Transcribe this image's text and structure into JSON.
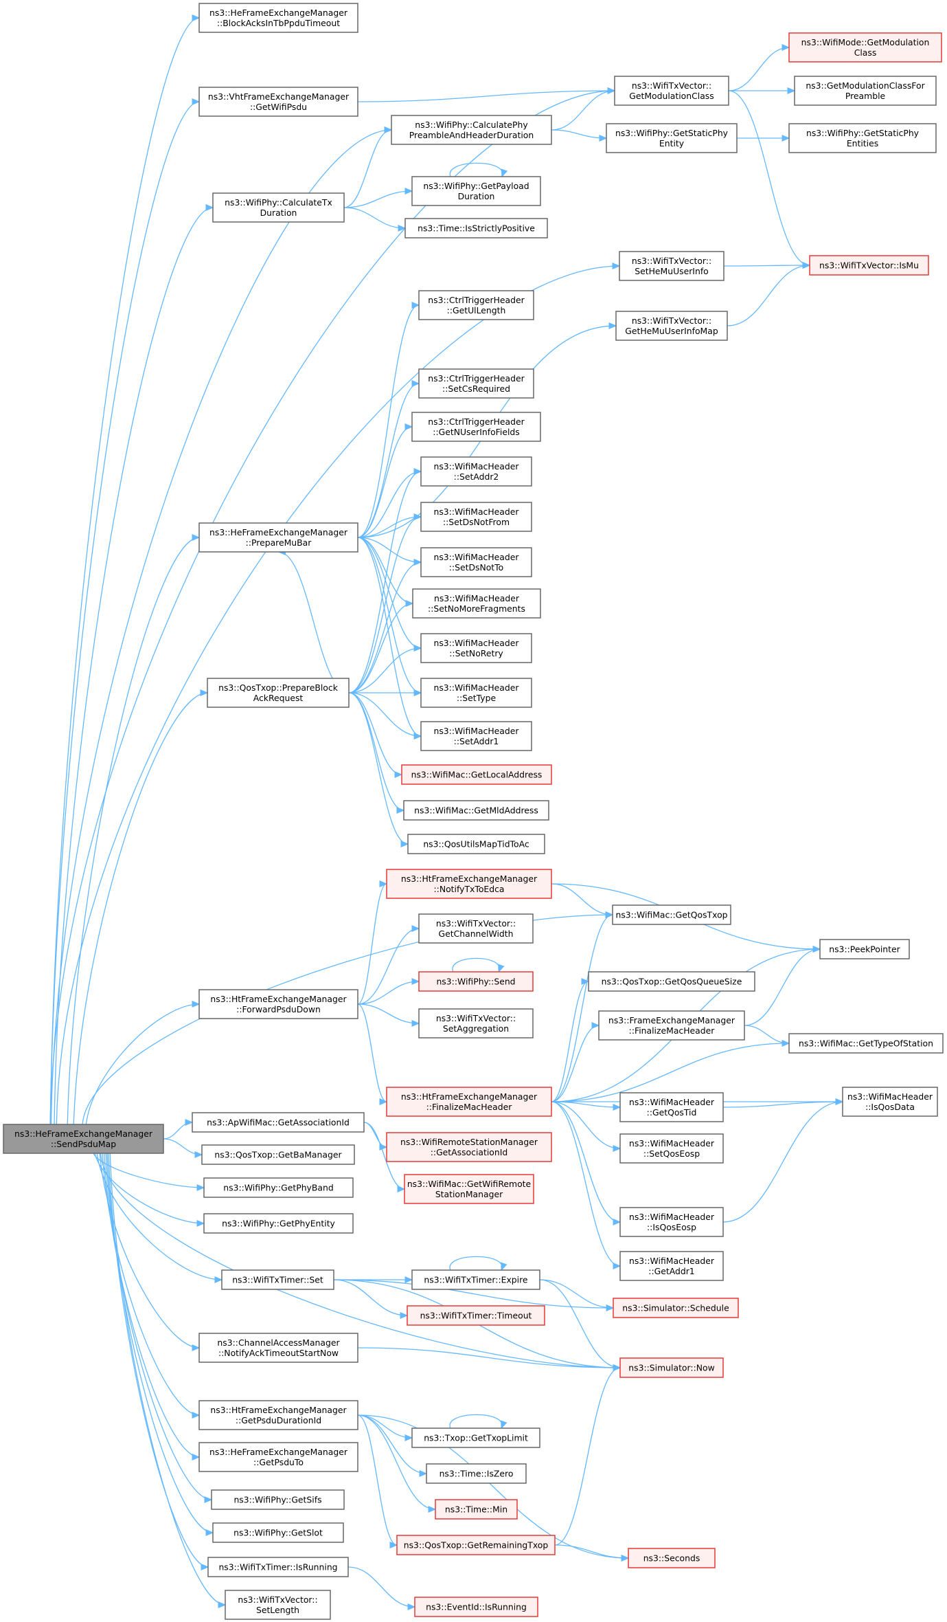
{
  "diagram": {
    "nodes": {
      "root": {
        "lines": [
          "ns3::HeFrameExchangeManager",
          "::SendPsduMap"
        ],
        "style": "root"
      },
      "blk": {
        "lines": [
          "ns3::HeFrameExchangeManager",
          "::BlockAcksInTbPpduTimeout"
        ],
        "style": "normal"
      },
      "vht": {
        "lines": [
          "ns3::VhtFrameExchangeManager",
          "::GetWifiPsdu"
        ],
        "style": "normal"
      },
      "gmc": {
        "lines": [
          "ns3::WifiTxVector::",
          "GetModulationClass"
        ],
        "style": "normal"
      },
      "wmgmc": {
        "lines": [
          "ns3::WifiMode::GetModulation",
          "Class"
        ],
        "style": "red"
      },
      "gmcfp": {
        "lines": [
          "ns3::GetModulationClassFor",
          "Preamble"
        ],
        "style": "normal"
      },
      "cpph": {
        "lines": [
          "ns3::WifiPhy::CalculatePhy",
          "PreambleAndHeaderDuration"
        ],
        "style": "normal"
      },
      "gspe": {
        "lines": [
          "ns3::WifiPhy::GetStaticPhy",
          "Entity"
        ],
        "style": "normal"
      },
      "gspes": {
        "lines": [
          "ns3::WifiPhy::GetStaticPhy",
          "Entities"
        ],
        "style": "normal"
      },
      "ctd": {
        "lines": [
          "ns3::WifiPhy::CalculateTx",
          "Duration"
        ],
        "style": "normal"
      },
      "gpd": {
        "lines": [
          "ns3::WifiPhy::GetPayload",
          "Duration"
        ],
        "style": "normal"
      },
      "isp": {
        "lines": [
          "ns3::Time::IsStrictlyPositive"
        ],
        "style": "normal"
      },
      "shmu": {
        "lines": [
          "ns3::WifiTxVector::",
          "SetHeMuUserInfo"
        ],
        "style": "normal"
      },
      "ismu": {
        "lines": [
          "ns3::WifiTxVector::IsMu"
        ],
        "style": "red"
      },
      "gul": {
        "lines": [
          "ns3::CtrlTriggerHeader",
          "::GetUlLength"
        ],
        "style": "normal"
      },
      "ghmu": {
        "lines": [
          "ns3::WifiTxVector::",
          "GetHeMuUserInfoMap"
        ],
        "style": "normal"
      },
      "scs": {
        "lines": [
          "ns3::CtrlTriggerHeader",
          "::SetCsRequired"
        ],
        "style": "normal"
      },
      "gnui": {
        "lines": [
          "ns3::CtrlTriggerHeader",
          "::GetNUserInfoFields"
        ],
        "style": "normal"
      },
      "sa2": {
        "lines": [
          "ns3::WifiMacHeader",
          "::SetAddr2"
        ],
        "style": "normal"
      },
      "pmb": {
        "lines": [
          "ns3::HeFrameExchangeManager",
          "::PrepareMuBar"
        ],
        "style": "normal"
      },
      "sdnf": {
        "lines": [
          "ns3::WifiMacHeader",
          "::SetDsNotFrom"
        ],
        "style": "normal"
      },
      "sdnt": {
        "lines": [
          "ns3::WifiMacHeader",
          "::SetDsNotTo"
        ],
        "style": "normal"
      },
      "snmf": {
        "lines": [
          "ns3::WifiMacHeader",
          "::SetNoMoreFragments"
        ],
        "style": "normal"
      },
      "snr": {
        "lines": [
          "ns3::WifiMacHeader",
          "::SetNoRetry"
        ],
        "style": "normal"
      },
      "pbar": {
        "lines": [
          "ns3::QosTxop::PrepareBlock",
          "AckRequest"
        ],
        "style": "normal"
      },
      "stype": {
        "lines": [
          "ns3::WifiMacHeader",
          "::SetType"
        ],
        "style": "normal"
      },
      "sa1": {
        "lines": [
          "ns3::WifiMacHeader",
          "::SetAddr1"
        ],
        "style": "normal"
      },
      "gla": {
        "lines": [
          "ns3::WifiMac::GetLocalAddress"
        ],
        "style": "red"
      },
      "gmld": {
        "lines": [
          "ns3::WifiMac::GetMldAddress"
        ],
        "style": "normal"
      },
      "qutid": {
        "lines": [
          "ns3::QosUtilsMapTidToAc"
        ],
        "style": "normal"
      },
      "ntte": {
        "lines": [
          "ns3::HtFrameExchangeManager",
          "::NotifyTxToEdca"
        ],
        "style": "red"
      },
      "gqt": {
        "lines": [
          "ns3::WifiMac::GetQosTxop"
        ],
        "style": "normal"
      },
      "gcw": {
        "lines": [
          "ns3::WifiTxVector::",
          "GetChannelWidth"
        ],
        "style": "normal"
      },
      "pp": {
        "lines": [
          "ns3::PeekPointer"
        ],
        "style": "normal"
      },
      "send": {
        "lines": [
          "ns3::WifiPhy::Send"
        ],
        "style": "red"
      },
      "gqqs": {
        "lines": [
          "ns3::QosTxop::GetQosQueueSize"
        ],
        "style": "normal"
      },
      "fpd": {
        "lines": [
          "ns3::HtFrameExchangeManager",
          "::ForwardPsduDown"
        ],
        "style": "normal"
      },
      "sagg": {
        "lines": [
          "ns3::WifiTxVector::",
          "SetAggregation"
        ],
        "style": "normal"
      },
      "femfmh": {
        "lines": [
          "ns3::FrameExchangeManager",
          "::FinalizeMacHeader"
        ],
        "style": "normal"
      },
      "gtos": {
        "lines": [
          "ns3::WifiMac::GetTypeOfStation"
        ],
        "style": "normal"
      },
      "htfmh": {
        "lines": [
          "ns3::HtFrameExchangeManager",
          "::FinalizeMacHeader"
        ],
        "style": "red"
      },
      "gqtid": {
        "lines": [
          "ns3::WifiMacHeader",
          "::GetQosTid"
        ],
        "style": "normal"
      },
      "iqd": {
        "lines": [
          "ns3::WifiMacHeader",
          "::IsQosData"
        ],
        "style": "normal"
      },
      "gaid": {
        "lines": [
          "ns3::ApWifiMac::GetAssociationId"
        ],
        "style": "normal"
      },
      "wrsm": {
        "lines": [
          "ns3::WifiRemoteStationManager",
          "::GetAssociationId"
        ],
        "style": "red"
      },
      "sqe": {
        "lines": [
          "ns3::WifiMacHeader",
          "::SetQosEosp"
        ],
        "style": "normal"
      },
      "gbm": {
        "lines": [
          "ns3::QosTxop::GetBaManager"
        ],
        "style": "normal"
      },
      "gwrsm": {
        "lines": [
          "ns3::WifiMac::GetWifiRemote",
          "StationManager"
        ],
        "style": "red"
      },
      "gpb": {
        "lines": [
          "ns3::WifiPhy::GetPhyBand"
        ],
        "style": "normal"
      },
      "gpe": {
        "lines": [
          "ns3::WifiPhy::GetPhyEntity"
        ],
        "style": "normal"
      },
      "iqe": {
        "lines": [
          "ns3::WifiMacHeader",
          "::IsQosEosp"
        ],
        "style": "normal"
      },
      "ga1": {
        "lines": [
          "ns3::WifiMacHeader",
          "::GetAddr1"
        ],
        "style": "normal"
      },
      "tset": {
        "lines": [
          "ns3::WifiTxTimer::Set"
        ],
        "style": "normal"
      },
      "exp": {
        "lines": [
          "ns3::WifiTxTimer::Expire"
        ],
        "style": "normal"
      },
      "sched": {
        "lines": [
          "ns3::Simulator::Schedule"
        ],
        "style": "red"
      },
      "tmo": {
        "lines": [
          "ns3::WifiTxTimer::Timeout"
        ],
        "style": "red"
      },
      "cam": {
        "lines": [
          "ns3::ChannelAccessManager",
          "::NotifyAckTimeoutStartNow"
        ],
        "style": "normal"
      },
      "now": {
        "lines": [
          "ns3::Simulator::Now"
        ],
        "style": "red"
      },
      "gpdid": {
        "lines": [
          "ns3::HtFrameExchangeManager",
          "::GetPsduDurationId"
        ],
        "style": "normal"
      },
      "gtl": {
        "lines": [
          "ns3::Txop::GetTxopLimit"
        ],
        "style": "normal"
      },
      "gpt": {
        "lines": [
          "ns3::HeFrameExchangeManager",
          "::GetPsduTo"
        ],
        "style": "normal"
      },
      "iz": {
        "lines": [
          "ns3::Time::IsZero"
        ],
        "style": "normal"
      },
      "gsifs": {
        "lines": [
          "ns3::WifiPhy::GetSifs"
        ],
        "style": "normal"
      },
      "tmin": {
        "lines": [
          "ns3::Time::Min"
        ],
        "style": "red"
      },
      "gslot": {
        "lines": [
          "ns3::WifiPhy::GetSlot"
        ],
        "style": "normal"
      },
      "grt": {
        "lines": [
          "ns3::QosTxop::GetRemainingTxop"
        ],
        "style": "red"
      },
      "secs": {
        "lines": [
          "ns3::Seconds"
        ],
        "style": "red"
      },
      "isrun": {
        "lines": [
          "ns3::WifiTxTimer::IsRunning"
        ],
        "style": "normal"
      },
      "eir": {
        "lines": [
          "ns3::EventId::IsRunning"
        ],
        "style": "red"
      },
      "slen": {
        "lines": [
          "ns3::WifiTxVector::",
          "SetLength"
        ],
        "style": "normal"
      }
    },
    "edges": [
      [
        "root",
        "blk"
      ],
      [
        "root",
        "vht"
      ],
      [
        "root",
        "gmc"
      ],
      [
        "root",
        "cpph"
      ],
      [
        "root",
        "ctd"
      ],
      [
        "root",
        "shmu"
      ],
      [
        "root",
        "pmb"
      ],
      [
        "root",
        "pbar"
      ],
      [
        "root",
        "fpd"
      ],
      [
        "root",
        "gqt"
      ],
      [
        "root",
        "gaid"
      ],
      [
        "root",
        "gbm"
      ],
      [
        "root",
        "gpb"
      ],
      [
        "root",
        "gpe"
      ],
      [
        "root",
        "tset"
      ],
      [
        "root",
        "cam"
      ],
      [
        "root",
        "gpdid"
      ],
      [
        "root",
        "gpt"
      ],
      [
        "root",
        "gsifs"
      ],
      [
        "root",
        "gslot"
      ],
      [
        "root",
        "isrun"
      ],
      [
        "root",
        "slen"
      ],
      [
        "root",
        "now"
      ],
      [
        "vht",
        "gmc"
      ],
      [
        "gmc",
        "wmgmc"
      ],
      [
        "gmc",
        "gmcfp"
      ],
      [
        "gmc",
        "ismu"
      ],
      [
        "cpph",
        "gmc"
      ],
      [
        "cpph",
        "gspe"
      ],
      [
        "gspe",
        "gspes"
      ],
      [
        "ctd",
        "cpph"
      ],
      [
        "ctd",
        "gpd"
      ],
      [
        "ctd",
        "isp"
      ],
      [
        "gpd",
        "gpd"
      ],
      [
        "shmu",
        "ismu"
      ],
      [
        "ghmu",
        "ismu"
      ],
      [
        "pmb",
        "gul"
      ],
      [
        "pmb",
        "ghmu"
      ],
      [
        "pmb",
        "scs"
      ],
      [
        "pmb",
        "gnui"
      ],
      [
        "pmb",
        "sa2"
      ],
      [
        "pmb",
        "sdnf"
      ],
      [
        "pmb",
        "sdnt"
      ],
      [
        "pmb",
        "snmf"
      ],
      [
        "pmb",
        "snr"
      ],
      [
        "pmb",
        "stype"
      ],
      [
        "pmb",
        "sa1"
      ],
      [
        "pbar",
        "pmb"
      ],
      [
        "pbar",
        "sa2"
      ],
      [
        "pbar",
        "sdnf"
      ],
      [
        "pbar",
        "sdnt"
      ],
      [
        "pbar",
        "snmf"
      ],
      [
        "pbar",
        "snr"
      ],
      [
        "pbar",
        "stype"
      ],
      [
        "pbar",
        "sa1"
      ],
      [
        "pbar",
        "gla"
      ],
      [
        "pbar",
        "gmld"
      ],
      [
        "pbar",
        "qutid"
      ],
      [
        "fpd",
        "ntte"
      ],
      [
        "fpd",
        "gcw"
      ],
      [
        "fpd",
        "send"
      ],
      [
        "fpd",
        "sagg"
      ],
      [
        "fpd",
        "htfmh"
      ],
      [
        "send",
        "send"
      ],
      [
        "ntte",
        "gqt"
      ],
      [
        "ntte",
        "pp"
      ],
      [
        "htfmh",
        "gqt"
      ],
      [
        "htfmh",
        "pp"
      ],
      [
        "htfmh",
        "gqqs"
      ],
      [
        "htfmh",
        "femfmh"
      ],
      [
        "htfmh",
        "gtos"
      ],
      [
        "htfmh",
        "iqd"
      ],
      [
        "htfmh",
        "gqtid"
      ],
      [
        "htfmh",
        "sqe"
      ],
      [
        "htfmh",
        "iqe"
      ],
      [
        "htfmh",
        "ga1"
      ],
      [
        "femfmh",
        "pp"
      ],
      [
        "femfmh",
        "gtos"
      ],
      [
        "gqtid",
        "iqd"
      ],
      [
        "iqe",
        "iqd"
      ],
      [
        "gaid",
        "wrsm"
      ],
      [
        "gaid",
        "gwrsm"
      ],
      [
        "tset",
        "exp"
      ],
      [
        "tset",
        "tmo"
      ],
      [
        "tset",
        "sched"
      ],
      [
        "tset",
        "now"
      ],
      [
        "exp",
        "exp"
      ],
      [
        "exp",
        "sched"
      ],
      [
        "exp",
        "now"
      ],
      [
        "cam",
        "now"
      ],
      [
        "gpdid",
        "gtl"
      ],
      [
        "gpdid",
        "iz"
      ],
      [
        "gpdid",
        "tmin"
      ],
      [
        "gpdid",
        "grt"
      ],
      [
        "gpdid",
        "secs"
      ],
      [
        "gtl",
        "gtl"
      ],
      [
        "grt",
        "now"
      ],
      [
        "grt",
        "secs"
      ],
      [
        "isrun",
        "eir"
      ]
    ]
  },
  "colors": {
    "edge": "#63b8ff",
    "node_fill": "#ffffff",
    "node_stroke": "#666666",
    "red_fill": "#fff0f0",
    "red_stroke": "#e53935",
    "root_fill": "#999999",
    "root_stroke": "#666666",
    "text": "#000000"
  }
}
